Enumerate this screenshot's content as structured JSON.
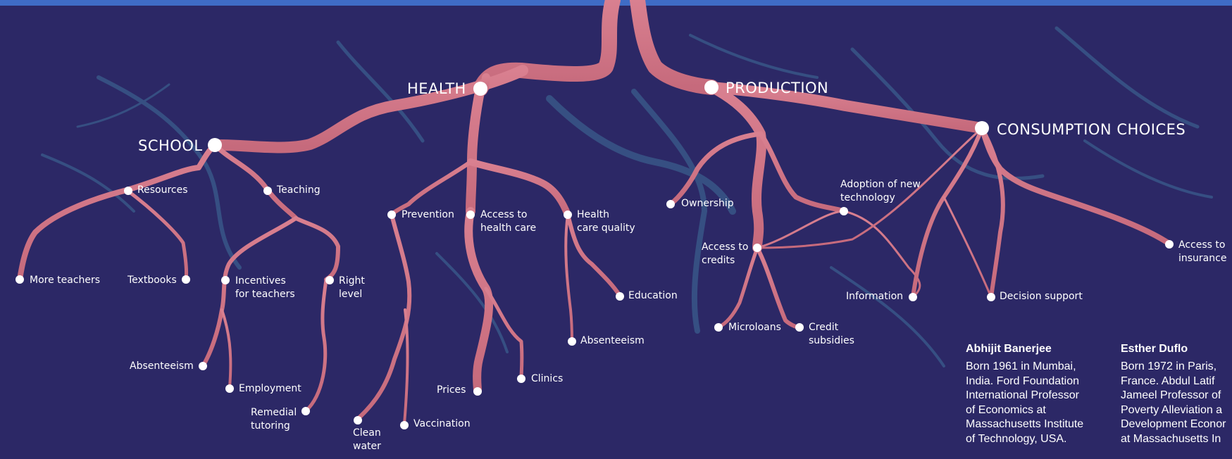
{
  "colors": {
    "background": "#2c2866",
    "root": "#d57a8a",
    "root_dark": "#b95a6c",
    "node": "#ffffff",
    "shadow_roots": "#3f6f9a",
    "top_bar": "#3f6cc6"
  },
  "diagram": {
    "main": {
      "school": "SCHOOL",
      "health": "HEALTH",
      "production": "PRODUCTION",
      "consumption": "CONSUMPTION CHOICES"
    },
    "school": {
      "resources": "Resources",
      "teaching": "Teaching",
      "more_teachers": "More teachers",
      "textbooks": "Textbooks",
      "incentives": "Incentives\nfor teachers",
      "right_level": "Right\nlevel",
      "absenteeism": "Absenteeism",
      "employment": "Employment",
      "remedial": "Remedial\ntutoring"
    },
    "health": {
      "prevention": "Prevention",
      "access": "Access to\nhealth care",
      "quality": "Health\ncare quality",
      "education": "Education",
      "absenteeism": "Absenteeism",
      "clinics": "Clinics",
      "prices": "Prices",
      "clean_water": "Clean\nwater",
      "vaccination": "Vaccination"
    },
    "production": {
      "ownership": "Ownership",
      "adoption": "Adoption of new\ntechnology",
      "credits": "Access to\ncredits",
      "microloans": "Microloans",
      "subsidies": "Credit\nsubsidies"
    },
    "consumption": {
      "information": "Information",
      "decision": "Decision support",
      "insurance": "Access to\ninsurance"
    }
  },
  "bios": [
    {
      "name": "Abhijit Banerjee",
      "lines": [
        "Born 1961 in Mumbai,",
        "India. Ford Foundation",
        "International Professor",
        "of Economics at",
        "Massachusetts Institute",
        "of Technology, USA."
      ]
    },
    {
      "name": "Esther Duflo",
      "lines": [
        "Born 1972 in Paris,",
        "France. Abdul Latif",
        "Jameel Professor of",
        "Poverty Alleviation a",
        "Development Econor",
        "at Massachusetts In"
      ]
    }
  ]
}
